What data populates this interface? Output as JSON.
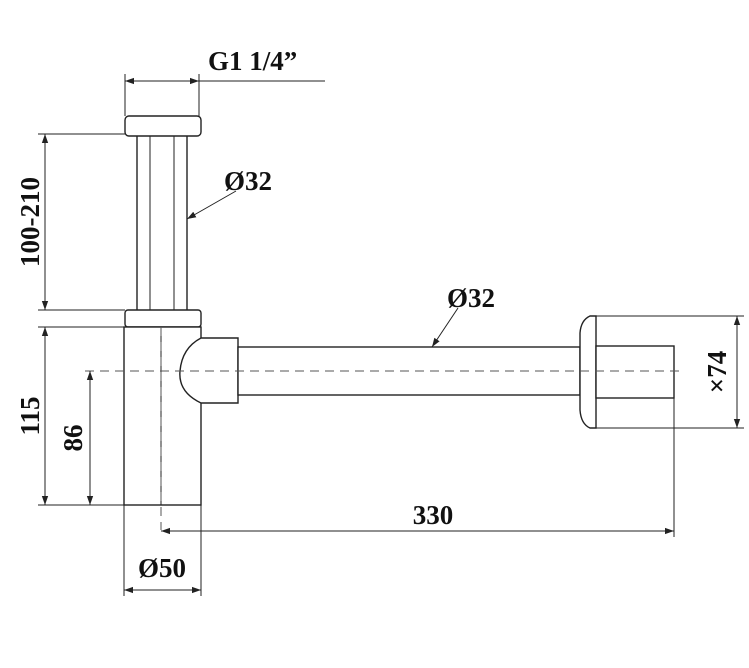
{
  "diagram": {
    "labels": {
      "thread": "G1 1/4”",
      "upper_pipe_dia": "Ø32",
      "horizontal_pipe_dia": "Ø32",
      "flange_dia": "×74",
      "adjustable_height": "100-210",
      "total_height": "115",
      "outlet_height": "86",
      "length": "330",
      "body_dia": "Ø50"
    }
  }
}
